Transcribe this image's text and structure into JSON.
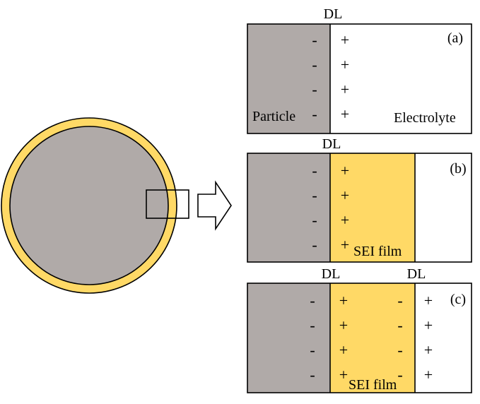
{
  "colors": {
    "particle": "#b0aaa8",
    "sei_film": "#ffd966",
    "electrolyte": "#ffffff",
    "outline": "#000000"
  },
  "icons": {
    "arrow": "right-arrow-icon"
  },
  "panel_a": {
    "tag": "(a)",
    "dl_label": "DL",
    "particle_label": "Particle",
    "electrolyte_label": "Electrolyte",
    "minus": "-",
    "plus": "+"
  },
  "panel_b": {
    "tag": "(b)",
    "dl_label": "DL",
    "sei_label": "SEI film",
    "minus": "-",
    "plus": "+"
  },
  "panel_c": {
    "tag": "(c)",
    "dl_label_inner": "DL",
    "dl_label_outer": "DL",
    "sei_label": "SEI film",
    "minus": "-",
    "plus": "+"
  }
}
